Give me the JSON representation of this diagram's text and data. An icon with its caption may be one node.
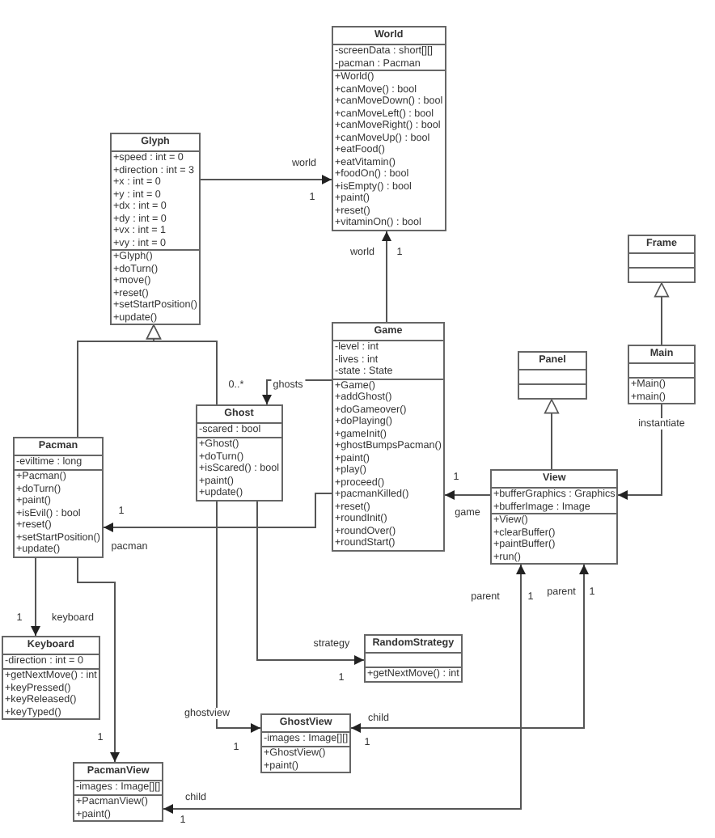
{
  "diagram": {
    "nodes": [
      {
        "text": [
          "World",
          "-screenData : short[][]",
          "-pacman : Pacman",
          "+World()",
          "+canMove() : bool",
          "+canMoveDown() : bool",
          "+canMoveLeft() : bool",
          "+canMoveRight() : bool",
          "+canMoveUp() : bool",
          "+eatFood()",
          "+eatVitamin()",
          "+foodOn() : bool",
          "+isEmpty() : bool",
          "+paint()",
          "+reset()",
          "+vitaminOn() : bool"
        ]
      },
      {
        "text": [
          "Glyph",
          "+speed : int = 0",
          "+direction : int = 3",
          "+x : int = 0",
          "+y : int = 0",
          "+dx : int = 0",
          "+dy : int = 0",
          "+vx : int = 1",
          "+vy : int = 0",
          "+Glyph()",
          "+doTurn()",
          "+move()",
          "+reset()",
          "+setStartPosition()",
          "+update()"
        ]
      },
      {
        "text": [
          "Frame"
        ]
      },
      {
        "text": [
          "Game",
          "-level : int",
          "-lives : int",
          "-state : State",
          "+Game()",
          "+addGhost()",
          "+doGameover()",
          "+doPlaying()",
          "+gameInit()",
          "+ghostBumpsPacman()",
          "+paint()",
          "+play()",
          "+proceed()",
          "+pacmanKilled()",
          "+reset()",
          "+roundInit()",
          "+roundOver()",
          "+roundStart()"
        ]
      },
      {
        "text": [
          "Panel"
        ]
      },
      {
        "text": [
          "Main",
          "+Main()",
          "+main()"
        ]
      },
      {
        "text": [
          "Ghost",
          "-scared : bool",
          "+Ghost()",
          "+doTurn()",
          "+isScared() : bool",
          "+paint()",
          "+update()"
        ]
      },
      {
        "text": [
          "Pacman",
          "-eviltime : long",
          "+Pacman()",
          "+doTurn()",
          "+paint()",
          "+isEvil() : bool",
          "+reset()",
          "+setStartPosition()",
          "+update()"
        ]
      },
      {
        "text": [
          "View",
          "+bufferGraphics : Graphics",
          "+bufferImage : Image",
          "+View()",
          "+clearBuffer()",
          "+paintBuffer()",
          "+run()"
        ]
      },
      {
        "text": [
          "Keyboard",
          "-direction : int = 0",
          "+getNextMove() : int",
          "+keyPressed()",
          "+keyReleased()",
          "+keyTyped()"
        ]
      },
      {
        "text": [
          "RandomStrategy",
          "+getNextMove() : int"
        ]
      },
      {
        "text": [
          "GhostView",
          "-images : Image[][]",
          "+GhostView()",
          "+paint()"
        ]
      },
      {
        "text": [
          "PacmanView",
          "-images : Image[][]",
          "+PacmanView()",
          "+paint()"
        ]
      }
    ],
    "edges": [
      {
        "from": 1,
        "to": 0,
        "arrow": "to",
        "label": "world"
      },
      {
        "from": 3,
        "to": 0,
        "arrow": "to",
        "label": "world"
      },
      {
        "from": 5,
        "to": 2,
        "arrow": "to"
      },
      {
        "from": 6,
        "to": 1,
        "arrow": "to"
      },
      {
        "from": 7,
        "to": 1,
        "arrow": "to"
      },
      {
        "from": 3,
        "to": 6,
        "arrow": "to",
        "label": "ghosts"
      },
      {
        "from": 3,
        "to": 7,
        "arrow": "to",
        "label": "pacman"
      },
      {
        "from": 8,
        "to": 3,
        "arrow": "to",
        "label": "game"
      },
      {
        "from": 8,
        "to": 4,
        "arrow": "to"
      },
      {
        "from": 5,
        "to": 8,
        "arrow": "to",
        "label": "instantiate"
      },
      {
        "from": 7,
        "to": 9,
        "arrow": "to",
        "label": "keyboard"
      },
      {
        "from": 7,
        "to": 12,
        "arrow": "to"
      },
      {
        "from": 6,
        "to": 10,
        "arrow": "to",
        "label": "strategy"
      },
      {
        "from": 6,
        "to": 11,
        "arrow": "to",
        "label": "ghostview"
      },
      {
        "from": 8,
        "to": 11,
        "arrow": "both",
        "label": "child"
      },
      {
        "from": 8,
        "to": 12,
        "arrow": "both",
        "label": "child"
      }
    ],
    "labels": [
      "1",
      "1",
      "0..*",
      "1",
      "1",
      "parent",
      "1",
      "parent",
      "1",
      "1",
      "1",
      "1",
      "1",
      "1",
      "1"
    ]
  }
}
